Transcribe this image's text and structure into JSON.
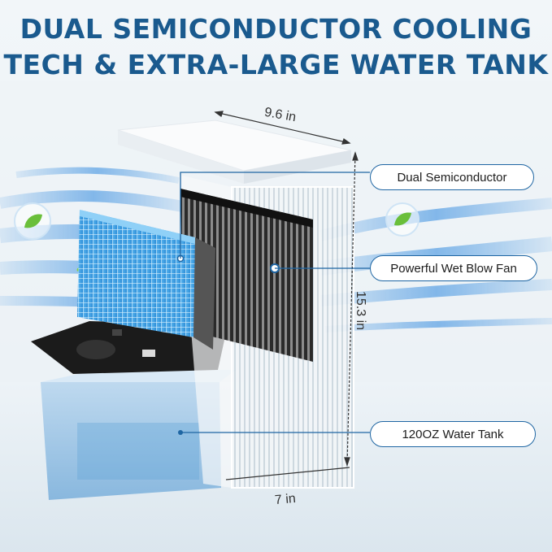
{
  "headline": {
    "line1": "DUAL  SEMICONDUCTOR COOLING",
    "line2": "TECH & EXTRA-LARGE WATER TANK"
  },
  "callouts": {
    "dual_semiconductor": "Dual Semiconductor",
    "wet_blow_fan": "Powerful Wet Blow Fan",
    "water_tank": "120OZ Water Tank"
  },
  "dimensions": {
    "width": "9.6 in",
    "height": "15.3 in",
    "depth": "7 in"
  },
  "colors": {
    "headline": "#1a5a8e",
    "callout_border": "#1f66a3",
    "airflow": "#3a8fe0",
    "filter": "#4aa8e8"
  }
}
